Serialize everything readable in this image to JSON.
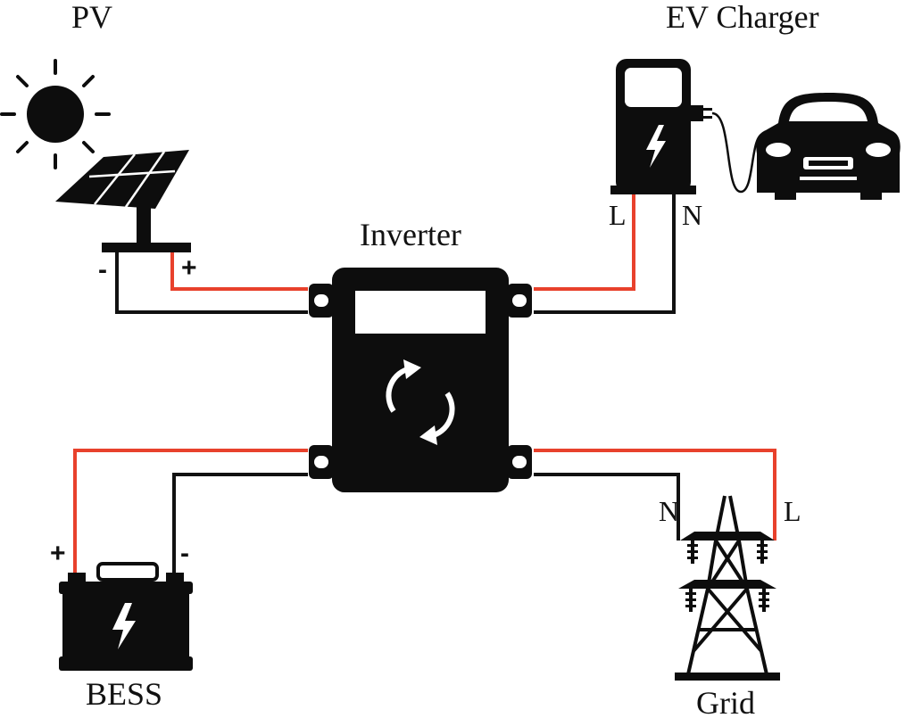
{
  "labels": {
    "pv": "PV",
    "ev_charger": "EV Charger",
    "inverter": "Inverter",
    "bess": "BESS",
    "grid": "Grid"
  },
  "terminals": {
    "pv_minus": "-",
    "pv_plus": "+",
    "ev_line": "L",
    "ev_neutral": "N",
    "bess_plus": "+",
    "bess_minus": "-",
    "grid_neutral": "N",
    "grid_line": "L"
  },
  "colors": {
    "line_conductor": "#e8412c",
    "neutral_conductor": "#111111",
    "device_fill": "#0d0d0d"
  }
}
